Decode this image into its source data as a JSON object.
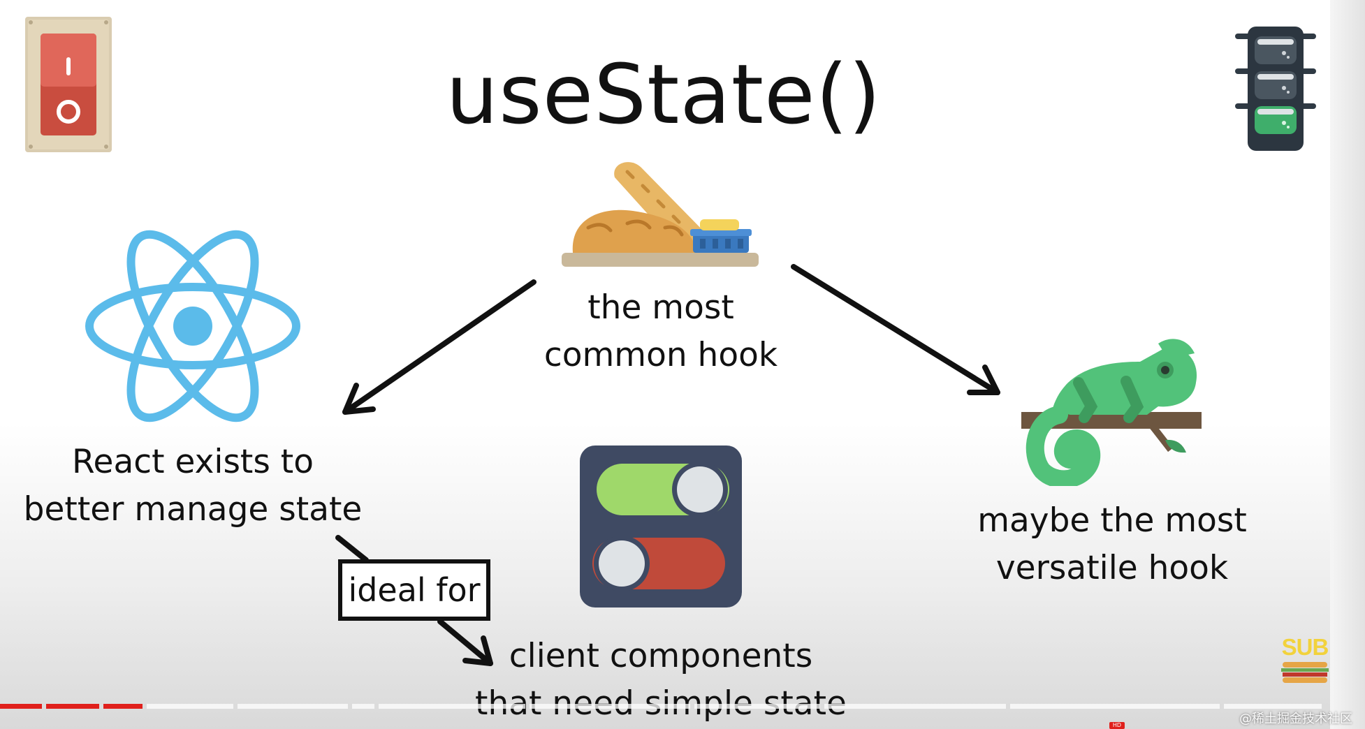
{
  "slide": {
    "title": "useState()",
    "center_label_line1": "the most",
    "center_label_line2": "common hook",
    "left_label_line1": "React exists to",
    "left_label_line2": "better manage state",
    "right_label_line1": "maybe the most",
    "right_label_line2": "versatile hook",
    "ideal_for": "ideal for",
    "bottom_label_line1": "client components",
    "bottom_label_line2": "that need simple state"
  },
  "icons": {
    "top_left": "light-switch-icon",
    "top_right": "traffic-light-icon",
    "center_top": "bread-icon",
    "left": "react-logo-icon",
    "right": "chameleon-icon",
    "bottom_center": "toggle-switches-icon"
  },
  "player": {
    "channel_badge": "SUB",
    "watermark": "@稀土掘金技术社区",
    "quality_badge": "HD",
    "progress": 0.105
  },
  "colors": {
    "accent_red": "#e0201c",
    "react_blue": "#5bbbea",
    "chameleon_green": "#52c27a"
  }
}
